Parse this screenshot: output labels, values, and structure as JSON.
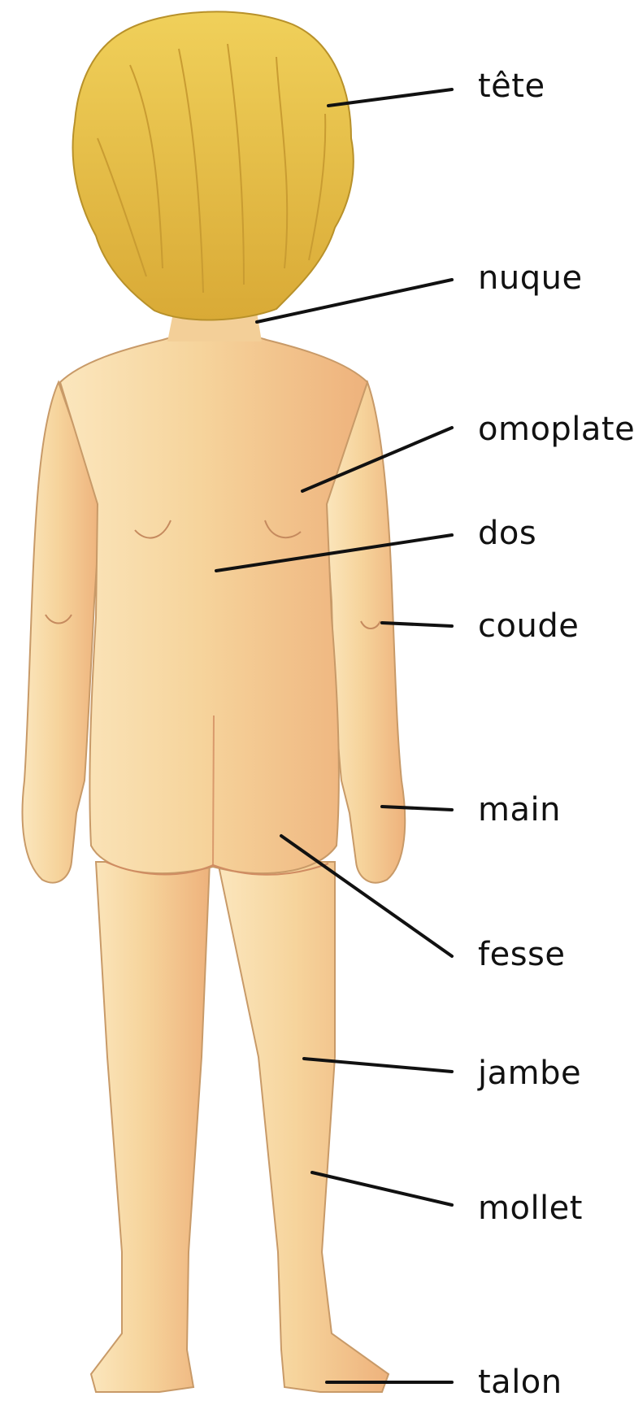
{
  "labels": {
    "tete": "tête",
    "nuque": "nuque",
    "omoplate": "omoplate",
    "dos": "dos",
    "coude": "coude",
    "main": "main",
    "fesse": "fesse",
    "jambe": "jambe",
    "mollet": "mollet",
    "talon": "talon"
  },
  "colors": {
    "skin": "#f7d8a0",
    "skin_shadow": "#ecae78",
    "hair": "#e7c24a",
    "hair_dark": "#b8912a",
    "line": "#111111"
  }
}
